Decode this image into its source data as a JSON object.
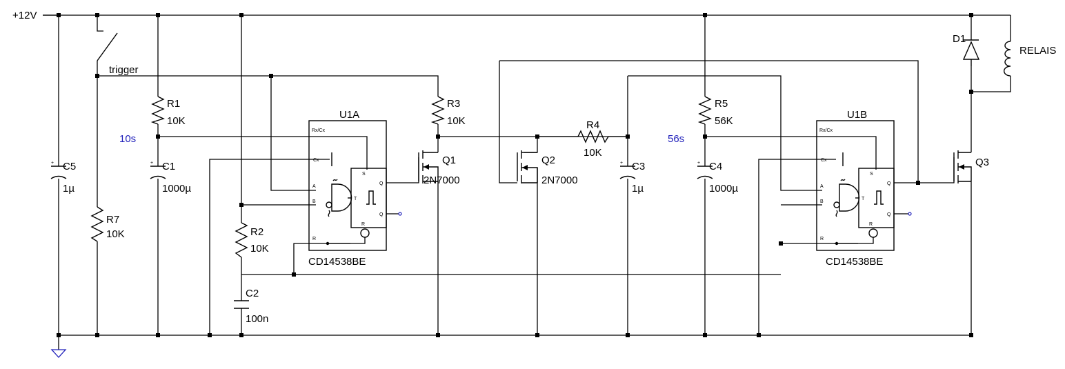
{
  "supply": {
    "label": "+12V"
  },
  "nets": {
    "trigger": "trigger"
  },
  "timings": {
    "t1": "10s",
    "t2": "56s"
  },
  "components": {
    "C5": {
      "ref": "C5",
      "value": "1µ"
    },
    "R7": {
      "ref": "R7",
      "value": "10K"
    },
    "R1": {
      "ref": "R1",
      "value": "10K"
    },
    "C1": {
      "ref": "C1",
      "value": "1000µ"
    },
    "R2": {
      "ref": "R2",
      "value": "10K"
    },
    "C2": {
      "ref": "C2",
      "value": "100n"
    },
    "U1A": {
      "ref": "U1A",
      "part": "CD14538BE"
    },
    "R3": {
      "ref": "R3",
      "value": "10K"
    },
    "Q1": {
      "ref": "Q1",
      "part": "2N7000"
    },
    "Q2": {
      "ref": "Q2",
      "part": "2N7000"
    },
    "R4": {
      "ref": "R4",
      "value": "10K"
    },
    "C3": {
      "ref": "C3",
      "value": "1µ"
    },
    "R5": {
      "ref": "R5",
      "value": "56K"
    },
    "C4": {
      "ref": "C4",
      "value": "1000µ"
    },
    "U1B": {
      "ref": "U1B",
      "part": "CD14538BE"
    },
    "Q3": {
      "ref": "Q3"
    },
    "D1": {
      "ref": "D1"
    },
    "RELAIS": {
      "ref": "RELAIS"
    }
  },
  "ic_pins": {
    "rxcx": "Rx/Cx",
    "cx": "Cx",
    "s": "S",
    "a": "A",
    "b": "B",
    "t": "T",
    "q": "Q",
    "qbar": "Q",
    "r": "R"
  },
  "colors": {
    "wire": "#000000",
    "timing_label": "#2222bb",
    "ground": "#2222bb",
    "open_output": "#2222bb"
  }
}
